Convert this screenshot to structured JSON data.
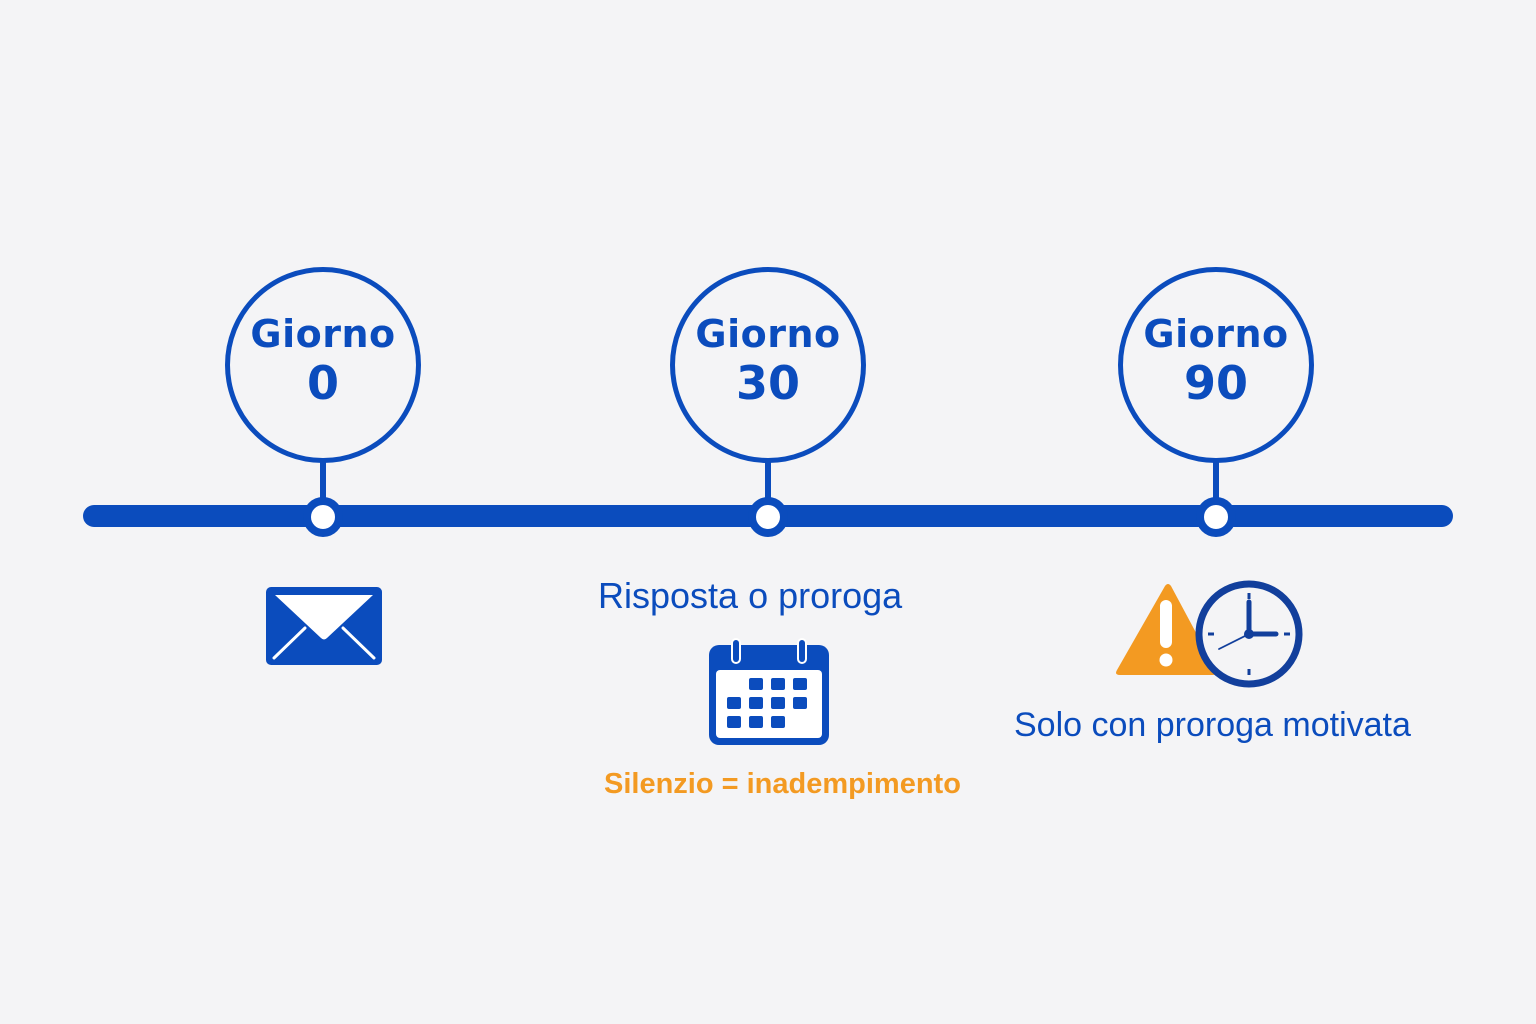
{
  "colors": {
    "background": "#f4f4f6",
    "primary_blue": "#0b4cbd",
    "dark_blue": "#123f9c",
    "warning_orange": "#f39a22",
    "white": "#ffffff"
  },
  "timeline": {
    "milestones": [
      {
        "label": "Giorno",
        "day": "0",
        "icon": "envelope-icon",
        "caption": ""
      },
      {
        "label": "Giorno",
        "day": "30",
        "icon": "calendar-icon",
        "caption": "Risposta o proroga",
        "note": "Silenzio = inadempimento"
      },
      {
        "label": "Giorno",
        "day": "90",
        "icon": "warning-clock-icon",
        "caption": "Solo con proroga motivata"
      }
    ]
  }
}
